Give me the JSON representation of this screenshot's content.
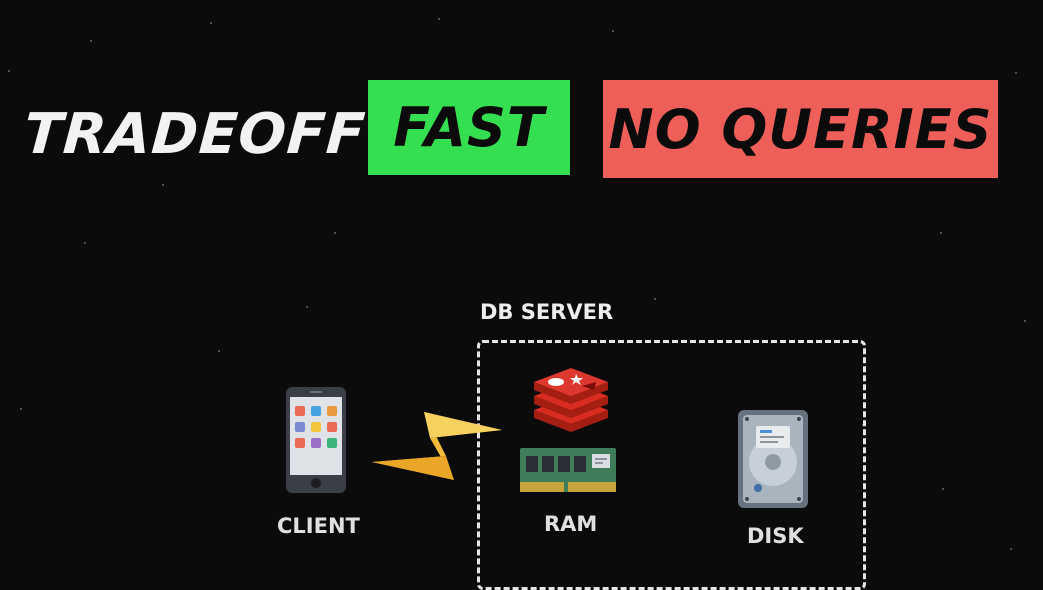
{
  "title": "TRADEOFF",
  "tags": {
    "pro": "FAST",
    "con": "NO QUERIES"
  },
  "colors": {
    "pro": "#34e04f",
    "con": "#ee5f59",
    "background": "#0b0b0c"
  },
  "diagram": {
    "server_label": "DB SERVER",
    "client_label": "CLIENT",
    "ram_label": "RAM",
    "disk_label": "DISK",
    "icons": [
      "phone-icon",
      "lightning-icon",
      "redis-icon",
      "ram-stick-icon",
      "hard-disk-icon"
    ]
  }
}
